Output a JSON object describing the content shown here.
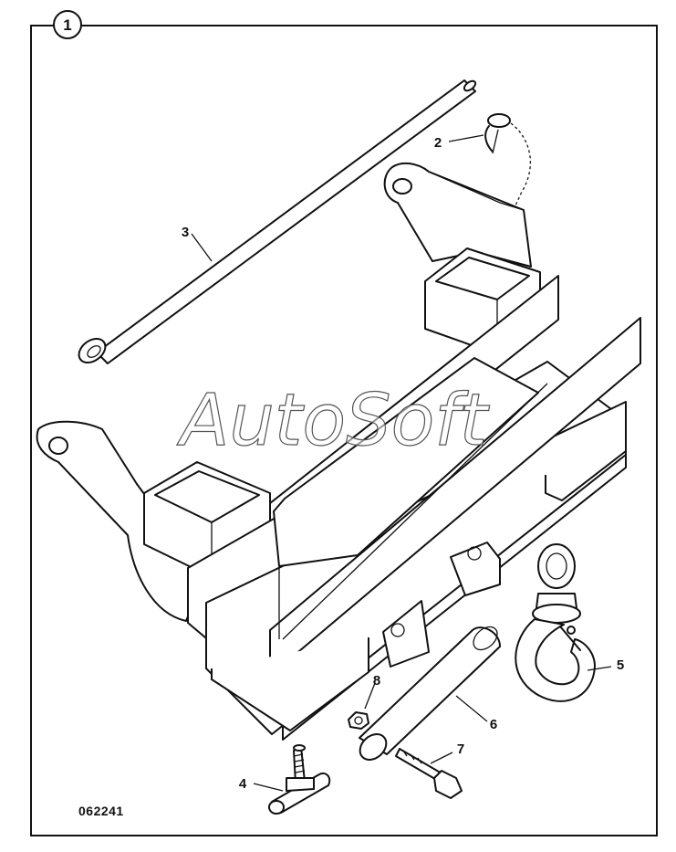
{
  "figure": {
    "number": "1",
    "code": "062241"
  },
  "watermark": "AutoSoft",
  "callouts": [
    {
      "id": "2",
      "text": "2"
    },
    {
      "id": "3",
      "text": "3"
    },
    {
      "id": "4",
      "text": "4"
    },
    {
      "id": "5",
      "text": "5"
    },
    {
      "id": "6",
      "text": "6"
    },
    {
      "id": "7",
      "text": "7"
    },
    {
      "id": "8",
      "text": "8"
    }
  ]
}
